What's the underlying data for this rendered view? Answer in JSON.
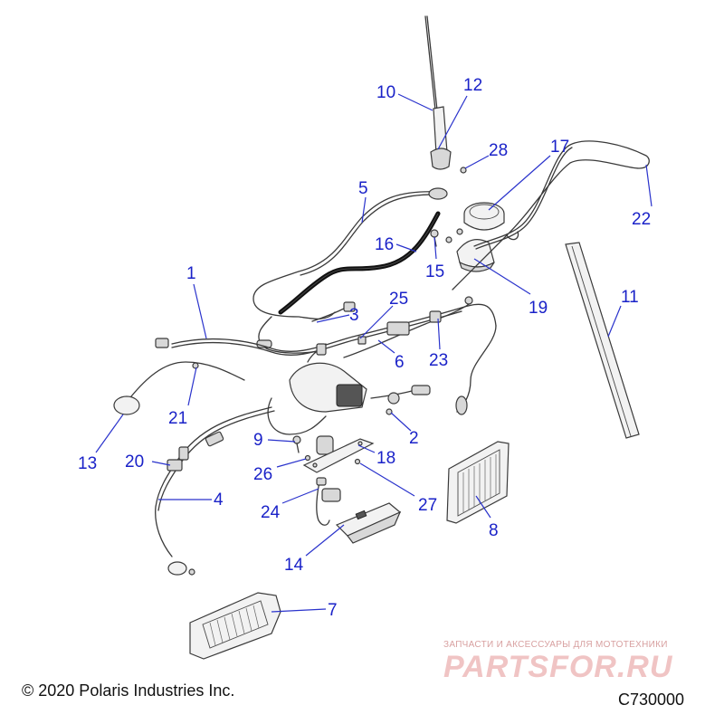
{
  "diagram": {
    "callouts": [
      "1",
      "2",
      "3",
      "4",
      "5",
      "6",
      "7",
      "8",
      "9",
      "10",
      "11",
      "12",
      "13",
      "14",
      "15",
      "16",
      "17",
      "18",
      "19",
      "20",
      "21",
      "22",
      "23",
      "24",
      "25",
      "26",
      "27",
      "28"
    ]
  },
  "footer": {
    "copyright": "© 2020 Polaris Industries Inc.",
    "drawing_code": "C730000"
  },
  "watermark": {
    "tagline": "ЗАПЧАСТИ И АКСЕССУАРЫ ДЛЯ МОТОТЕХНИКИ",
    "logo_text": "PARTSFOR.RU"
  }
}
